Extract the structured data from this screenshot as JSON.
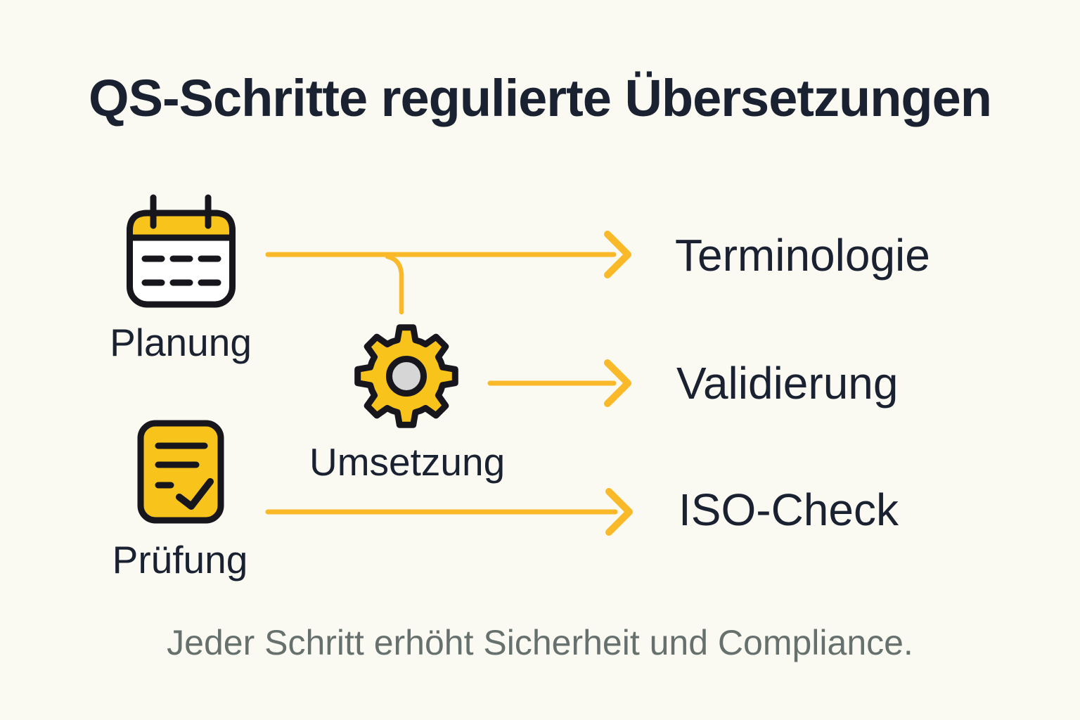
{
  "title": "QS-Schritte regulierte Übersetzungen",
  "caption": "Jeder Schritt erhöht Sicherheit und Compliance.",
  "steps": [
    {
      "label": "Planung",
      "icon": "calendar-icon"
    },
    {
      "label": "Umsetzung",
      "icon": "gear-icon"
    },
    {
      "label": "Prüfung",
      "icon": "checklist-icon"
    }
  ],
  "outputs": [
    {
      "label": "Terminologie"
    },
    {
      "label": "Validierung"
    },
    {
      "label": "ISO-Check"
    }
  ],
  "connectors": [
    {
      "from": "Planung",
      "to": "Terminologie",
      "type": "arrow-right"
    },
    {
      "from": "Planung",
      "to": "Umsetzung",
      "type": "branch-down"
    },
    {
      "from": "Umsetzung",
      "to": "Validierung",
      "type": "arrow-right"
    },
    {
      "from": "Prüfung",
      "to": "ISO-Check",
      "type": "arrow-right"
    }
  ],
  "colors": {
    "background": "#FAF9F2",
    "title_color": "#1A2130",
    "label_color": "#1A2130",
    "caption_color": "#66716E",
    "icon_yellow": "#F8C41C",
    "arrow_yellow": "#F9B928",
    "outline_dark": "#16161C",
    "gear_center": "#D6D6D6"
  }
}
